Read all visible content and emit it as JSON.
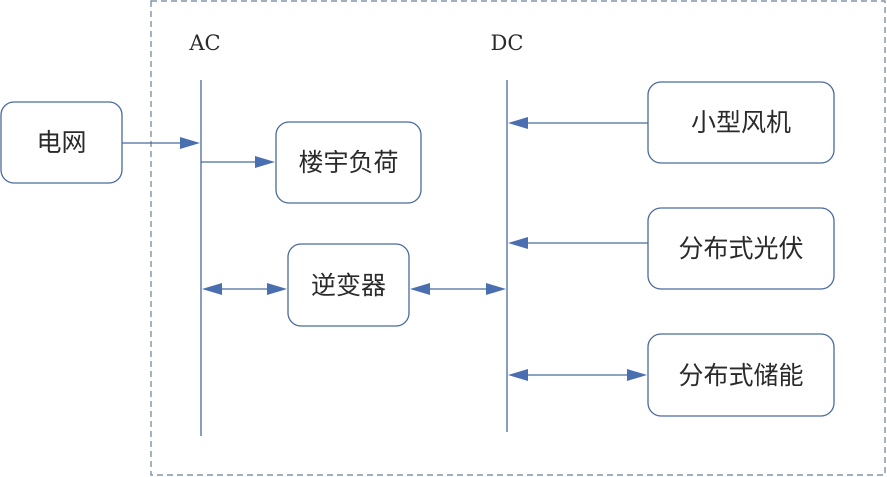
{
  "buses": {
    "ac": "AC",
    "dc": "DC"
  },
  "nodes": {
    "grid": "电网",
    "building_load": "楼宇负荷",
    "inverter": "逆变器",
    "small_wind": "小型风机",
    "distributed_pv": "分布式光伏",
    "distributed_storage": "分布式储能"
  },
  "colors": {
    "line": "#4a6a9c",
    "arrowhead": "#4a6fb0",
    "frame": "#6a7f9a"
  }
}
